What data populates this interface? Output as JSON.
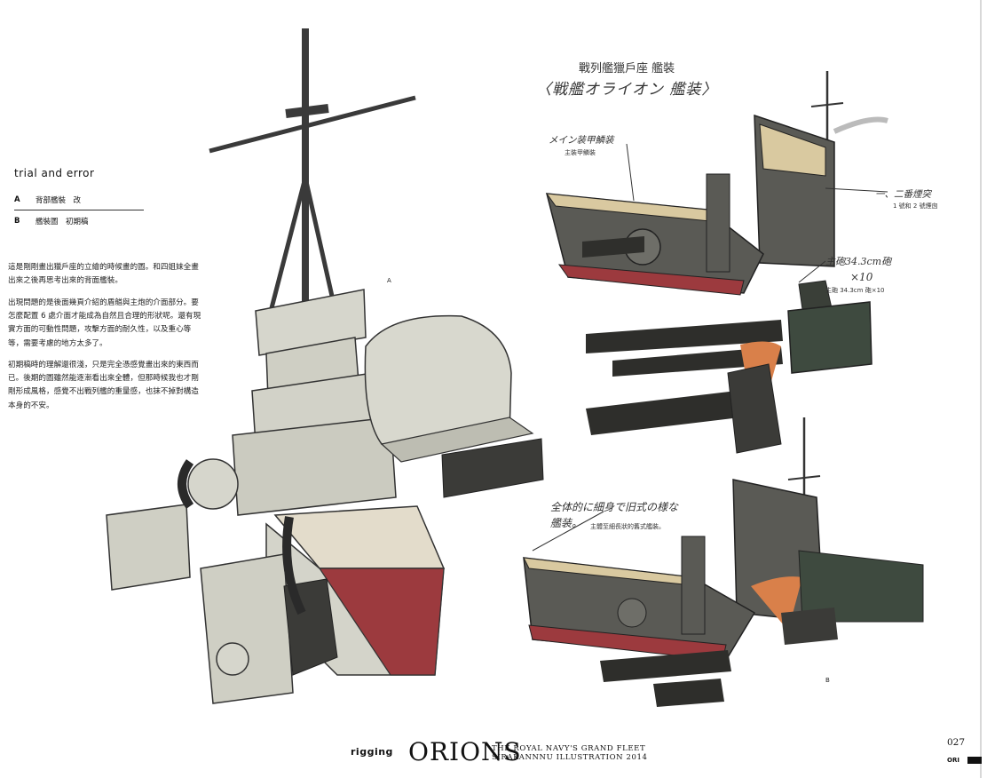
{
  "left_column": {
    "section_title": "trial and error",
    "list": [
      {
        "key": "A",
        "text": "背部艦裝　改"
      },
      {
        "key": "B",
        "text": "艦裝圖　初期稿"
      }
    ],
    "paragraphs": [
      "這是剛剛畫出獵戶座的立繪的時候畫的圖。和四姐妹全畫出來之後再思考出來的背面艦裝。",
      "出現問題的是後面幾頁介紹的盾艏與主炮的介面部分。要怎麼配置 6 處介面才能成為自然且合理的形狀呢。還有現實方面的可動性問題，攻擊方面的耐久性，以及重心等等，需要考慮的地方太多了。",
      "初期稿時的理解還很淺，只是完全憑感覺畫出來的東西而已。後期的圖雖然能逐漸看出來全體，但那時候我也才剛剛形成風格，感覺不出戰列艦的重量感，也抹不掉對構造本身的不安。"
    ]
  },
  "figure_labels": {
    "a": "A",
    "b": "B"
  },
  "annotations": {
    "heading": "戰列艦獵戶座 艦裝",
    "heading_hand": "〈戦艦オライオン 艦装〉",
    "armor_hand": "メイン装甲鱗装",
    "armor_note": "主裝甲鱗裝",
    "funnel_hand": "一、二番煙突",
    "funnel_note": "1 號和 2 號煙囪",
    "gun_hand": "主砲34.3cm砲",
    "gun_hand2": "×10",
    "gun_note": "主砲 34.3cm 砲×10",
    "classic_hand1": "全体的に細身で旧式の様な",
    "classic_hand2": "艦装。",
    "classic_note": "主體至細長狀的舊式艦裝。"
  },
  "footer": {
    "section": "rigging",
    "logo": "ORIONS",
    "subtitle1": "THE ROYAL NAVY'S GRAND FLEET",
    "subtitle2": "SIRAKANNNU ILLUSTRATION 2014",
    "page_number": "027",
    "page_code": "ORI"
  },
  "colors": {
    "hull_gray": "#5a5a55",
    "hull_red": "#9c3a3e",
    "deck_tan": "#d9c9a0",
    "turret_green": "#3e4a3f",
    "accent_orange": "#d9804a",
    "off_white": "#d6d6cc",
    "ink": "#222222"
  }
}
